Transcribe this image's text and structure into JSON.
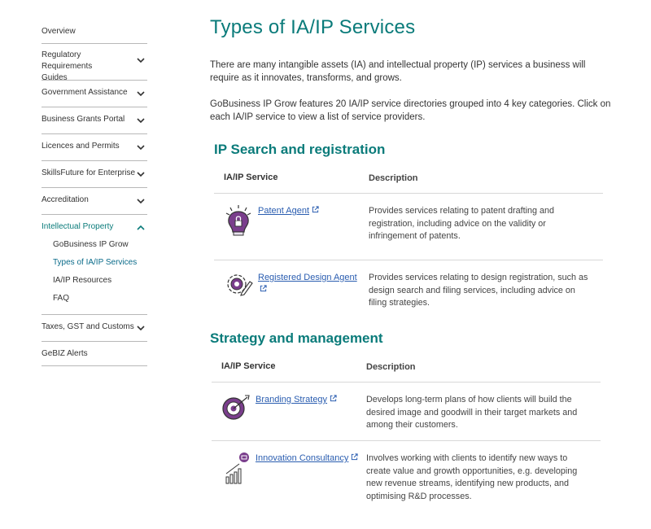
{
  "sidebar": {
    "items": [
      {
        "label": "Overview",
        "chevron": false
      },
      {
        "label": "Regulatory Requirements Guides",
        "chevron": true
      },
      {
        "label": "Government Assistance",
        "chevron": true
      },
      {
        "label": "Business Grants Portal",
        "chevron": true
      },
      {
        "label": "Licences and Permits",
        "chevron": true
      },
      {
        "label": "SkillsFuture for Enterprise",
        "chevron": true
      },
      {
        "label": "Accreditation",
        "chevron": true
      },
      {
        "label": "Intellectual Property",
        "chevron": true,
        "expanded": true
      },
      {
        "label": "Taxes, GST and Customs",
        "chevron": true
      },
      {
        "label": "GeBIZ Alerts",
        "chevron": false
      }
    ],
    "sub_items": [
      "GoBusiness IP Grow",
      "Types of IA/IP Services",
      "IA/IP Resources",
      "FAQ"
    ]
  },
  "main": {
    "title": "Types of IA/IP Services",
    "intro_1": "There are many intangible assets (IA) and intellectual property (IP) services a business will require as it innovates, transforms, and grows.",
    "intro_2": "GoBusiness IP Grow features 20 IA/IP service directories grouped into 4 key categories. Click on each IA/IP service to view a list of service providers.",
    "sections": [
      {
        "title": "IP Search and registration",
        "col_service": "IA/IP Service",
        "col_description": "Description",
        "rows": [
          {
            "service": "Patent Agent",
            "icon": "lightbulb-lock-icon",
            "description": "Provides services relating to patent drafting and registration, including advice on the validity or infringement of patents."
          },
          {
            "service": "Registered Design Agent",
            "icon": "gear-pencil-icon",
            "description": "Provides services relating to design registration, such as design search and filing services, including advice on filing strategies."
          }
        ]
      },
      {
        "title": "Strategy and management",
        "col_service": "IA/IP Service",
        "col_description": "Description",
        "rows": [
          {
            "service": "Branding Strategy",
            "icon": "target-icon",
            "description": "Develops long-term plans of how clients will build the desired image and goodwill in their target markets and among their customers."
          },
          {
            "service": "Innovation Consultancy",
            "icon": "growth-chart-icon",
            "description": "Involves working with clients to identify new ways to create value and growth opportunities, e.g. developing new revenue streams, identifying new products, and optimising R&D processes."
          }
        ]
      }
    ]
  },
  "colors": {
    "accent": "#0a7b7a",
    "link": "#2a5db0",
    "icon_purple": "#7a3e8c"
  }
}
